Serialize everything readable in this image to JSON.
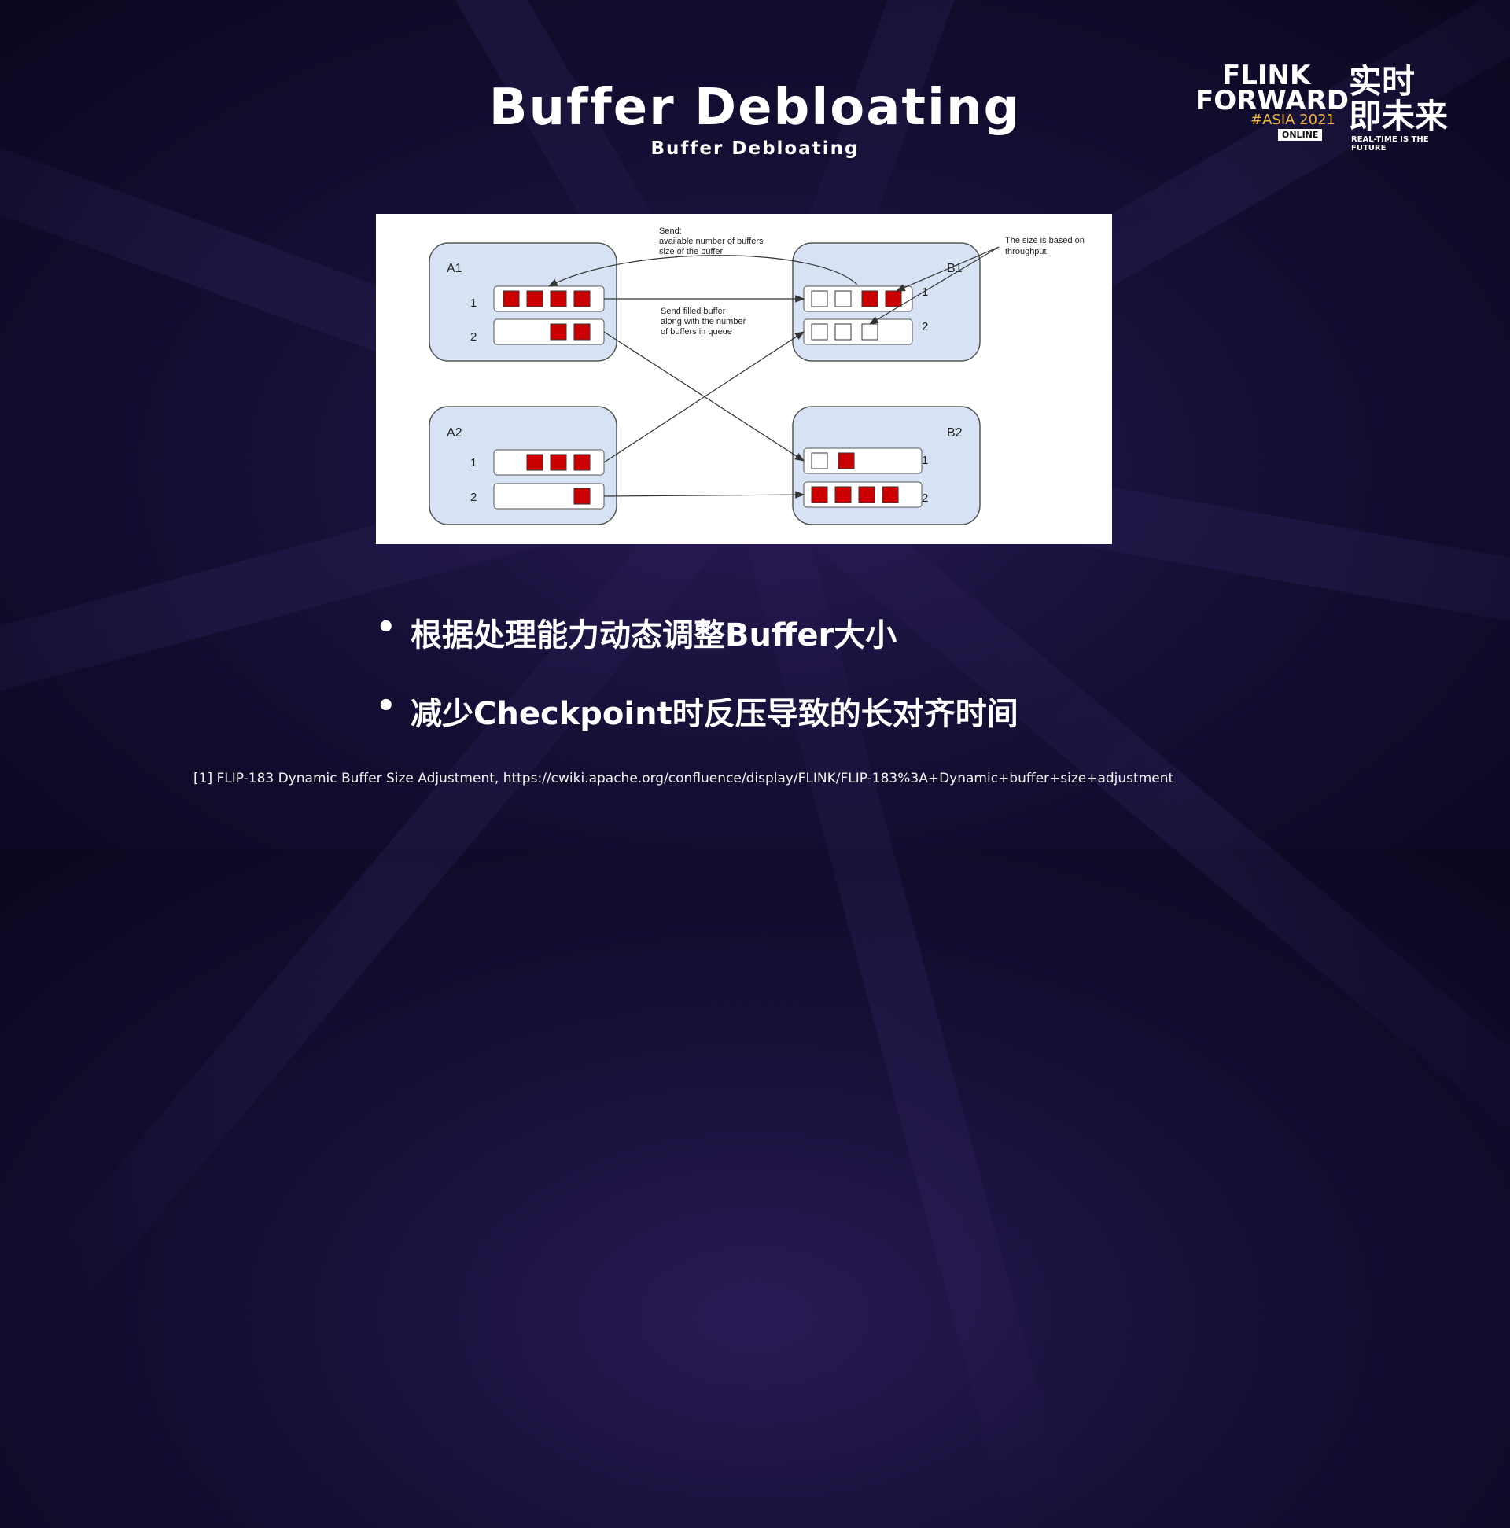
{
  "title": "Buffer Debloating",
  "subtitle": "Buffer Debloating",
  "logo": {
    "line1": "FLINK",
    "line2": "FORWARD",
    "event": "#ASIA 2021",
    "online": "ONLINE",
    "cn_line1": "实时",
    "cn_line2": "即未来",
    "cn_sub": "REAL-TIME IS THE FUTURE"
  },
  "diagram": {
    "label_a1": "A1",
    "label_a2": "A2",
    "label_b1": "B1",
    "label_b2": "B2",
    "ch1": "1",
    "ch2": "2",
    "send_title": "Send:",
    "send_line1": "available number of buffers",
    "send_line2": "size of the buffer",
    "filled_line1": "Send filled buffer",
    "filled_line2": "along with the number",
    "filled_line3": "of buffers in queue",
    "size_line1": "The size is based on",
    "size_line2": "throughput",
    "colors": {
      "box_fill": "#d7e3f4",
      "buffer_fill": "#cc0000"
    }
  },
  "bullets": [
    "根据处理能力动态调整Buffer大小",
    "减少Checkpoint时反压导致的长对齐时间"
  ],
  "bullet_symbol": "•",
  "footnote": "[1] FLIP-183 Dynamic Buffer Size Adjustment, https://cwiki.apache.org/confluence/display/FLINK/FLIP-183%3A+Dynamic+buffer+size+adjustment"
}
